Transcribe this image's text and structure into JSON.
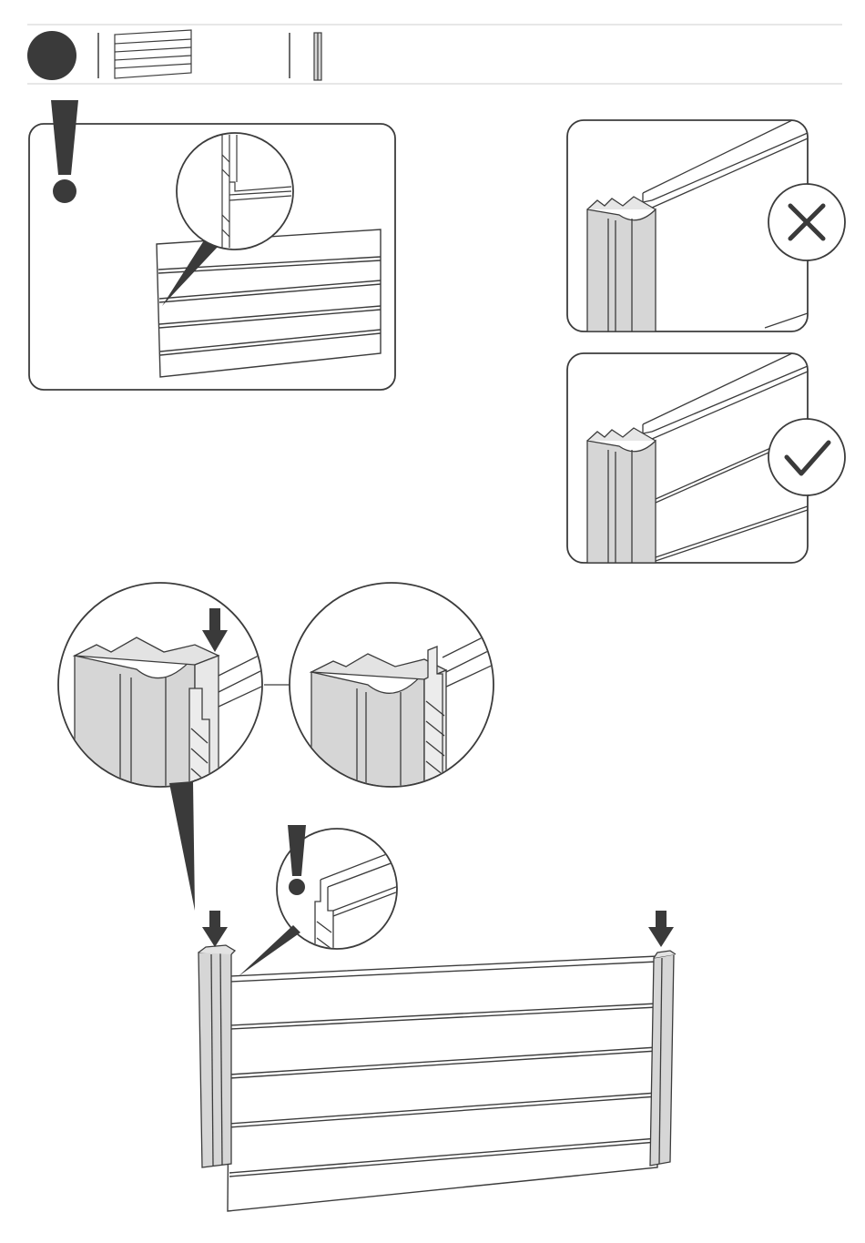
{
  "page": {
    "title": "",
    "step_marker": {
      "shape": "filled-circle",
      "label": ""
    },
    "colors": {
      "line": "#3c3c3c",
      "profile_fill": "#d6d6d6",
      "profile_fill_dark": "#c4c4c4",
      "background": "#ffffff",
      "step_marker": "#3a3a3a"
    }
  },
  "header": {
    "parts": [
      {
        "icon": "wall-panel-icon",
        "qty": ""
      },
      {
        "icon": "profile-post-icon",
        "qty": ""
      }
    ]
  },
  "callouts": {
    "warning_top": {
      "icon": "exclamation-icon"
    },
    "incorrect": {
      "icon": "cross-icon",
      "meaning": "incorrect"
    },
    "correct": {
      "icon": "check-icon",
      "meaning": "correct"
    },
    "warning_bottom": {
      "icon": "exclamation-icon"
    }
  },
  "arrows": {
    "icon": "down-arrow-icon",
    "count": 3
  }
}
